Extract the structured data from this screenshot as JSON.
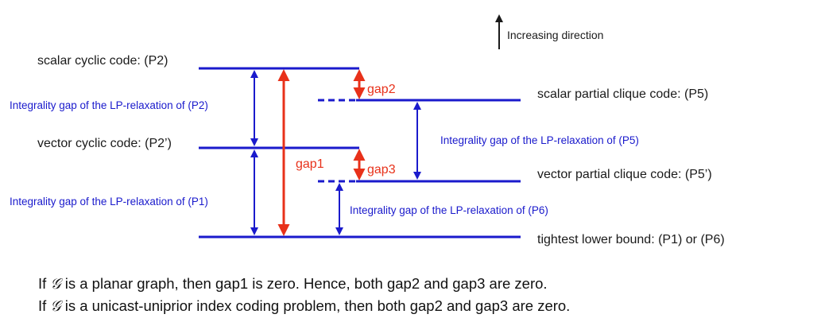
{
  "labels": {
    "direction": "Increasing direction",
    "p2": "scalar cyclic code: (P2)",
    "p2prime": "vector cyclic code: (P2’)",
    "p5": "scalar partial clique code: (P5)",
    "p5prime": "vector partial clique code: (P5’)",
    "lower": "tightest lower bound: (P1) or (P6)",
    "gap_p2": "Integrality gap of the LP-relaxation of (P2)",
    "gap_p1": "Integrality gap of the LP-relaxation of (P1)",
    "gap_p5": "Integrality gap of the LP-relaxation of (P5)",
    "gap_p6": "Integrality gap of the LP-relaxation of (P6)",
    "gap1": "gap1",
    "gap2": "gap2",
    "gap3": "gap3"
  },
  "notes": {
    "symbol": "𝒢",
    "line1_before": "If ",
    "line1_after": " is a planar graph, then gap1 is zero. Hence, both gap2 and gap3 are zero.",
    "line2_before": "If ",
    "line2_after": " is a unicast-uniprior index coding problem, then both gap2 and gap3 are zero."
  },
  "colors": {
    "blue": "#1a1acc",
    "red": "#e8311a",
    "black": "#1a1a1a"
  }
}
